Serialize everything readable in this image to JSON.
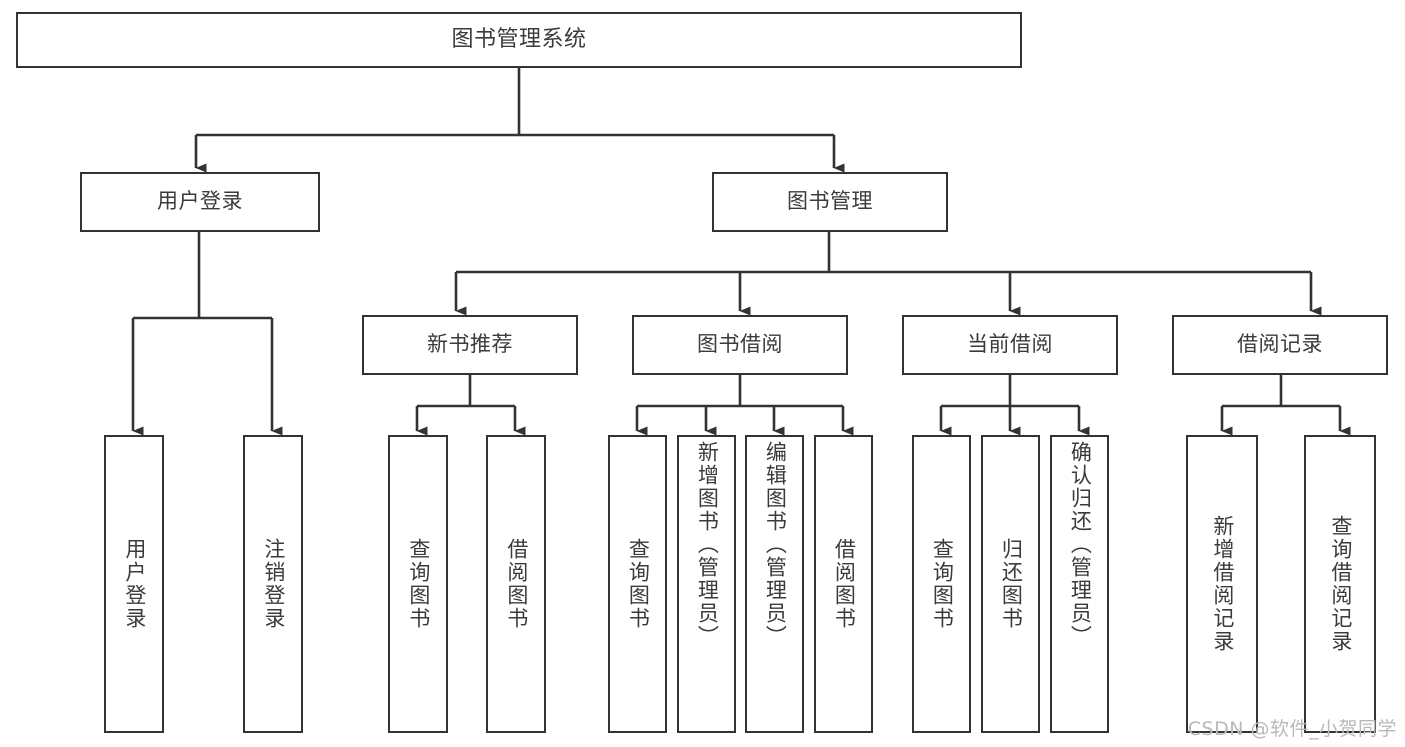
{
  "diagram": {
    "type": "tree",
    "title": "图书管理系统",
    "watermark": "CSDN @软件_小贺同学",
    "colors": {
      "stroke": "#333333",
      "text": "#3b3b3b",
      "background": "#ffffff",
      "watermark": "#b9b9b9"
    },
    "nodes": {
      "root": {
        "label": "图书管理系统"
      },
      "level2": [
        {
          "label": "用户登录"
        },
        {
          "label": "图书管理"
        }
      ],
      "level3": [
        {
          "label": "新书推荐"
        },
        {
          "label": "图书借阅"
        },
        {
          "label": "当前借阅"
        },
        {
          "label": "借阅记录"
        }
      ],
      "leaves": {
        "user_login": [
          {
            "label": "用户登录"
          },
          {
            "label": "注销登录"
          }
        ],
        "new_book": [
          {
            "label": "查询图书"
          },
          {
            "label": "借阅图书"
          }
        ],
        "borrow": [
          {
            "label": "查询图书"
          },
          {
            "label": "新增图书（管理员）"
          },
          {
            "label": "编辑图书（管理员）"
          },
          {
            "label": "借阅图书"
          }
        ],
        "current": [
          {
            "label": "查询图书"
          },
          {
            "label": "归还图书"
          },
          {
            "label": "确认归还（管理员）"
          }
        ],
        "records": [
          {
            "label": "新增借阅记录"
          },
          {
            "label": "查询借阅记录"
          }
        ]
      }
    }
  }
}
